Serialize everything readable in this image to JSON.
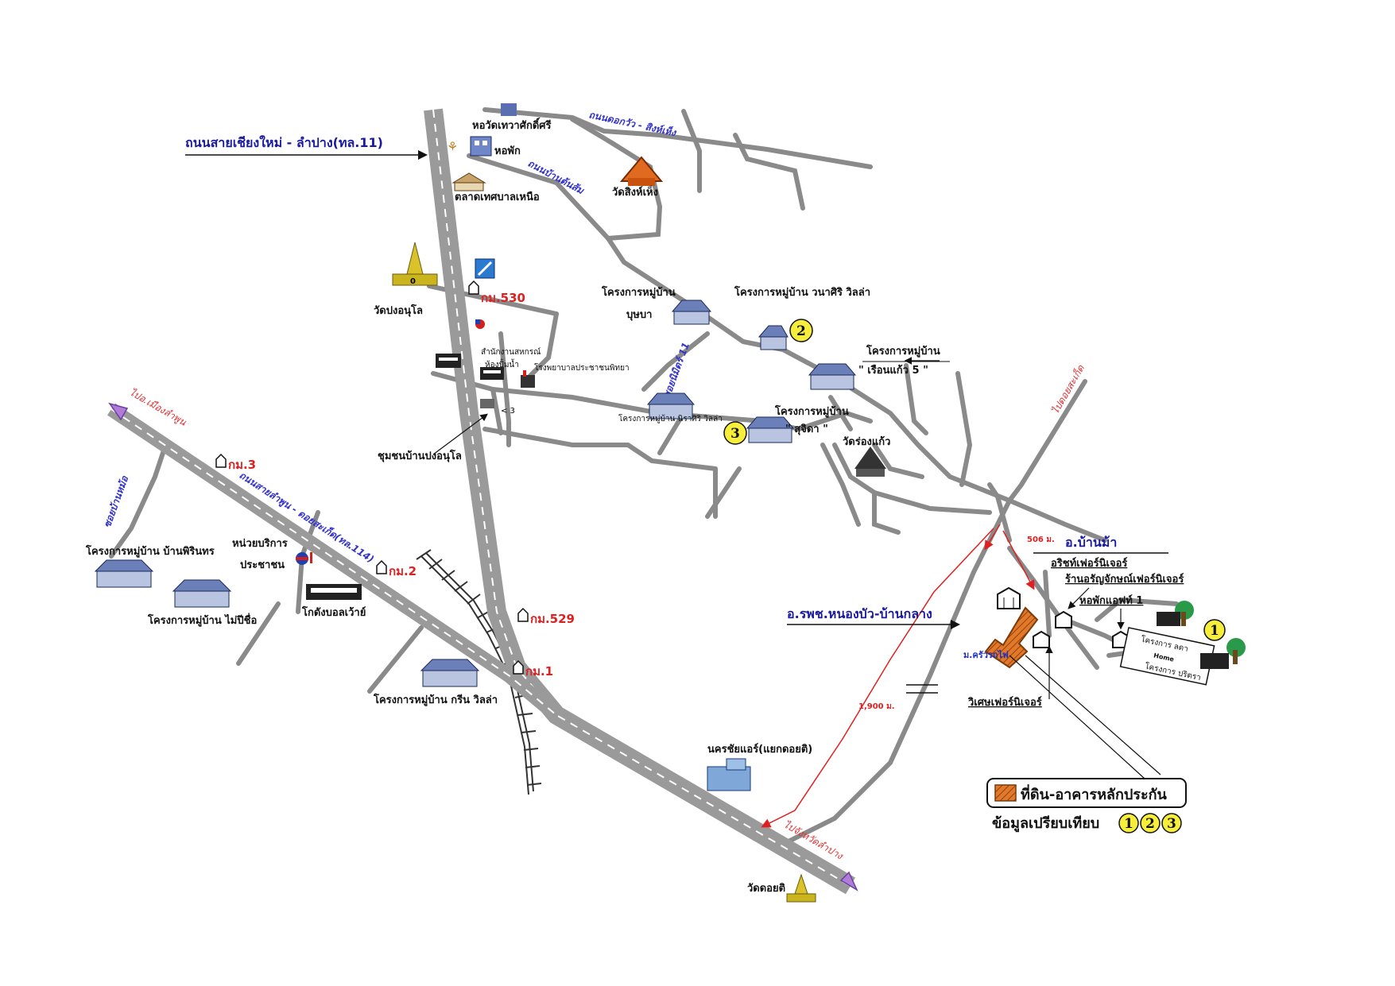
{
  "highway_north": "ถนนสายเชียงใหม่ - ลำปาง(ทล.11)",
  "road_labels": {
    "doi_saket_road": "ถนนดอกวัว - สิงห์เห็ง",
    "tonpao_road": "ถนนบ้านต้นส้ม",
    "lamphun_road": "ถนนสายลำพูน - ดอยสะเก็ด(ทล.114)",
    "soi_right": "ซอยนิมิตร์ 11",
    "soi_left": "ซอยบ้านหม้อ"
  },
  "direction_labels": {
    "to_chiangmai": "ไปอ.เมืองลำพูน",
    "to_lampang": "ไปจังหวัดลำปาง",
    "to_north": "ไปดอยสะเก็ด"
  },
  "km_markers": [
    "กม.530",
    "กม.3",
    "กม.2",
    "กม.529",
    "กม.1"
  ],
  "places": {
    "water_tower": "หอวัดเทวาศักดิ์ศรี",
    "hotel": "หอพัก",
    "market": "ตลาดเทศบาลเหนือ",
    "temple_ne": "วัดสิงห์เห็ง",
    "pagoda": "วัดปงอนุโล",
    "village_bussaba_1": "โครงการหมู่บ้าน",
    "village_bussaba_2": "บุษบา",
    "village_wanasiri": "โครงการหมู่บ้าน วนาศิริ วิลล่า",
    "village_ruenkaew_1": "โครงการหมู่บ้าน",
    "village_ruenkaew_2": "\" เรือนแก้ว 5 \"",
    "small_shops_1": "สำนักงานสหกรณ์",
    "small_shops_2": "ห้องปั้มน้ำ",
    "factory": "โรงพยาบาลประชาชนพิทยา",
    "village_nirasiri": "โครงการหมู่บ้าน นิราศิริ วิลล่า",
    "village_suchada_1": "โครงการหมู่บ้าน",
    "village_suchada_2": "\" สุจิดา \"",
    "temple_mid": "วัดร่องแก้ว",
    "community": "ชุมชนบ้านปงอนุโล",
    "village_banpim": "โครงการหมู่บ้าน บ้านพิรินทร",
    "gas_station_1": "หน่วยบริการ",
    "gas_station_2": "ประชาชน",
    "village_maisue": "โครงการหมู่บ้าน ไม่ปีชื่อ",
    "warehouse": "โกดังบอลเว้าย์",
    "village_green": "โครงการหมู่บ้าน กรีน วิลล่า",
    "residence": "นครชัยแอร์(แยกดอยติ)",
    "temple_s": "วัดดอยติ",
    "amphoe_banmah": "อ.บ้านม้า",
    "hospital_road": "อ.รพช.หนองบัว-บ้านกลาง",
    "shop_1": "อริชท์เฟอร์นิเจอร์",
    "shop_2": "ร้านอรัญจักษณ์เฟอร์นิเจอร์",
    "shop_3": "หอพักแอฟท์ 1",
    "shop_4": "วิเศษเฟอร์นิเจอร์",
    "project_a": "โครงการ ลดา",
    "project_b": "โครงการ ปริตรา",
    "home_label": "Home",
    "subject_label": "ม.ครัวรถไฟ"
  },
  "distances": {
    "d1": "506 ม.",
    "d2": "1,900 ม."
  },
  "comparables": [
    "1",
    "2",
    "3"
  ],
  "legend": {
    "subject": "ที่ดิน-อาคารหลักประกัน",
    "comparable_prefix": "ข้อมูลเปรียบเทียบ",
    "items": [
      "1",
      "2",
      "3"
    ]
  },
  "colors": {
    "road": "#8a8a8a",
    "highway": "#9a9a9a",
    "subject": "#e07a2a",
    "comparable": "#f6ee3a",
    "road_name": "#3333cc",
    "km": "#e02020"
  }
}
